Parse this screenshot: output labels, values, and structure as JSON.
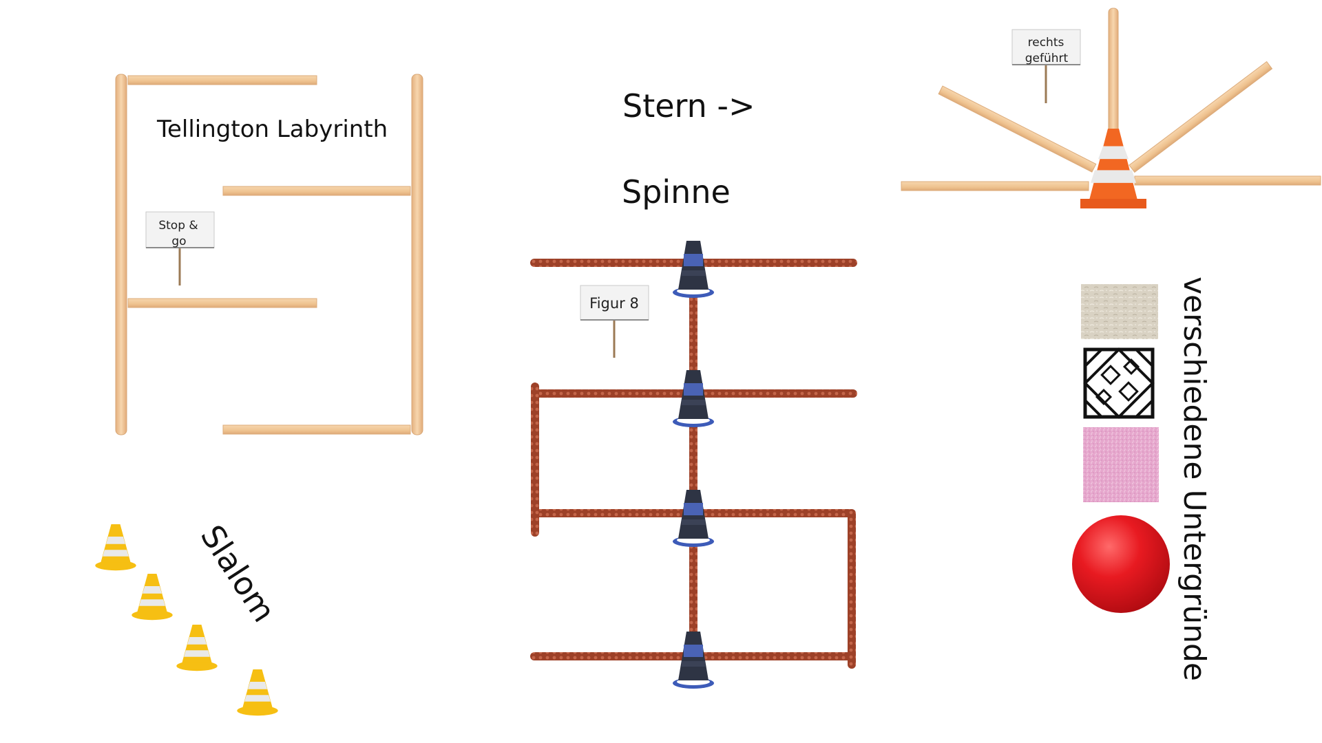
{
  "labels": {
    "labyrinth": "Tellington Labyrinth",
    "stern": "Stern ->",
    "spinne": "Spinne",
    "slalom": "Slalom",
    "untergruende": "verschiedene Untergründe"
  },
  "signs": {
    "stop_go": [
      "Stop &",
      "go"
    ],
    "figur8": [
      "Figur 8"
    ],
    "rechts": [
      "rechts",
      "geführt"
    ]
  },
  "colors": {
    "wood": "#f2c99a",
    "wood_edge": "#d9a877",
    "pole": "#a0472e",
    "pole_dot": "#c86a4a",
    "cone_orange": "#f26722",
    "cone_yellow": "#f6bf13",
    "cone_stripe": "#e9e9e9",
    "ball": "#e3181f",
    "carpet_pink": "#e8a9cf",
    "sand": "#d8d2c4",
    "sign_board": "#f1f1f1",
    "sign_post": "#9b7a55"
  },
  "icons": {
    "cones": "traffic-cone-icon",
    "ball": "red-ball-icon",
    "mats": "surface-mat-icon"
  }
}
